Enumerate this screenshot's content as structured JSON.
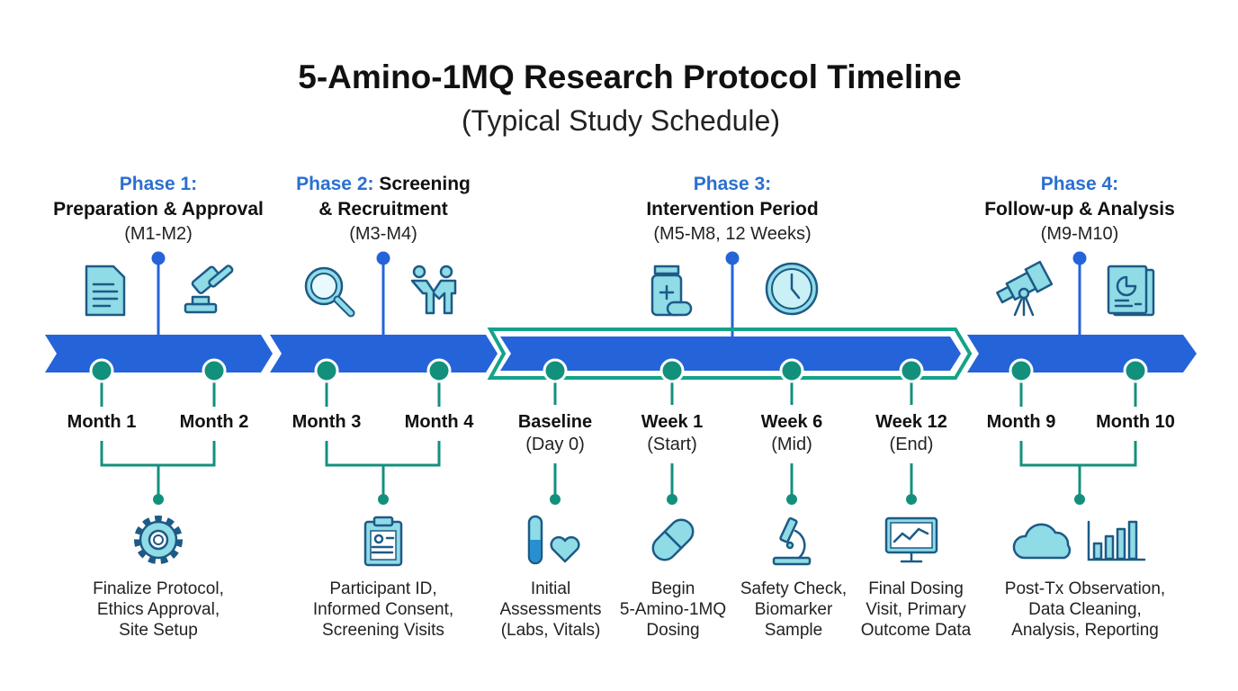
{
  "title": "5-Amino-1MQ Research Protocol Timeline",
  "subtitle": "(Typical Study Schedule)",
  "colors": {
    "bar": "#2563d9",
    "teal": "#13907c",
    "phase_label": "#2a6fd0"
  },
  "phases": [
    {
      "label": "Phase 1:",
      "name": "Preparation & Approval",
      "range": "(M1-M2)",
      "icons": [
        "document-icon",
        "gavel-icon"
      ]
    },
    {
      "label": "Phase 2:",
      "label_suffix": " Screening",
      "name": "& Recruitment",
      "range": "(M3-M4)",
      "icons": [
        "magnifier-icon",
        "handshake-icon"
      ]
    },
    {
      "label": "Phase 3:",
      "name": "Intervention Period",
      "range": "(M5-M8, 12 Weeks)",
      "icons": [
        "medicine-bottle-icon",
        "clock-icon"
      ]
    },
    {
      "label": "Phase 4:",
      "name": "Follow-up & Analysis",
      "range": "(M9-M10)",
      "icons": [
        "telescope-icon",
        "report-icon"
      ]
    }
  ],
  "nodes": [
    {
      "label": "Month 1"
    },
    {
      "label": "Month 2"
    },
    {
      "label": "Month 3"
    },
    {
      "label": "Month 4"
    },
    {
      "label": "Baseline",
      "sub": "(Day 0)"
    },
    {
      "label": "Week 1",
      "sub": "(Start)"
    },
    {
      "label": "Week 6",
      "sub": "(Mid)"
    },
    {
      "label": "Week 12",
      "sub": "(End)"
    },
    {
      "label": "Month 9"
    },
    {
      "label": "Month 10"
    }
  ],
  "activities": [
    {
      "icon": "gear-icon",
      "lines": [
        "Finalize Protocol,",
        "Ethics Approval,",
        "Site Setup"
      ]
    },
    {
      "icon": "clipboard-icon",
      "lines": [
        "Participant ID,",
        "Informed Consent,",
        "Screening Visits"
      ]
    },
    {
      "icon": "test-tube-heart-icon",
      "lines": [
        "Initial",
        "Assessments",
        "(Labs, Vitals)"
      ]
    },
    {
      "icon": "capsule-icon",
      "lines": [
        "Begin",
        "5-Amino-1MQ",
        "Dosing"
      ]
    },
    {
      "icon": "microscope-icon",
      "lines": [
        "Safety Check,",
        "Biomarker",
        "Sample"
      ]
    },
    {
      "icon": "monitor-chart-icon",
      "lines": [
        "Final Dosing",
        "Visit, Primary",
        "Outcome Data"
      ]
    },
    {
      "icon": "cloud-bar-chart-icon",
      "lines": [
        "Post-Tx Observation,",
        "Data Cleaning,",
        "Analysis, Reporting"
      ]
    }
  ]
}
